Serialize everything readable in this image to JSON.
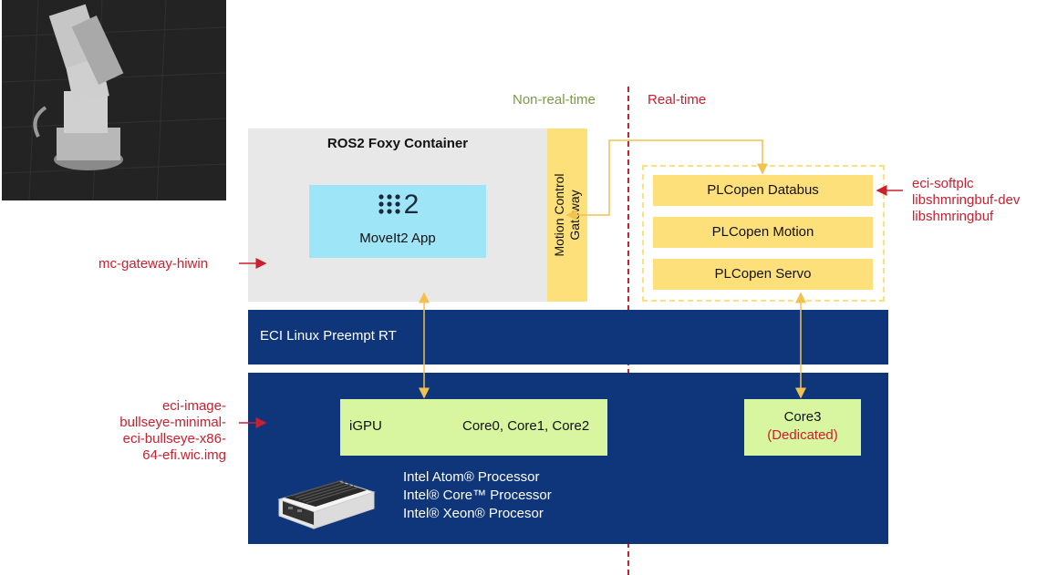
{
  "zones": {
    "non_real_time": "Non-real-time",
    "real_time": "Real-time"
  },
  "ros_container": {
    "title": "ROS2 Foxy Container",
    "app_logo": "2",
    "app_label": "MoveIt2 App"
  },
  "gateway": {
    "line1": "Motion Control",
    "line2": "Gateway"
  },
  "plcopen": {
    "databus": "PLCopen Databus",
    "motion": "PLCopen Motion",
    "servo": "PLCopen Servo"
  },
  "kernel": {
    "label": "ECI Linux Preempt RT"
  },
  "hardware": {
    "igpu": "iGPU",
    "cores": "Core0, Core1, Core2",
    "core3": "Core3",
    "core3_note": "(Dedicated)",
    "processors": [
      "Intel Atom® Processor",
      "Intel® Core™ Processor",
      "Intel® Xeon® Procesor"
    ]
  },
  "packages": {
    "gateway": "mc-gateway-hiwin",
    "image_lines": [
      "eci-image-",
      "bullseye-minimal-",
      "eci-bullseye-x86-",
      "64-efi.wic.img"
    ],
    "softplc_lines": [
      "eci-softplc",
      "libshmringbuf-dev",
      "libshmringbuf"
    ]
  },
  "colors": {
    "divider": "#c8202f",
    "package_text": "#c8202f",
    "non_real_time_text": "#7a9a4a",
    "container_bg": "#e8e8e8",
    "moveit_bg": "#9fe5f8",
    "plcopen_bg": "#fde07a",
    "kernel_bg": "#0f367a",
    "cpu_bg": "#d8f5a0"
  }
}
